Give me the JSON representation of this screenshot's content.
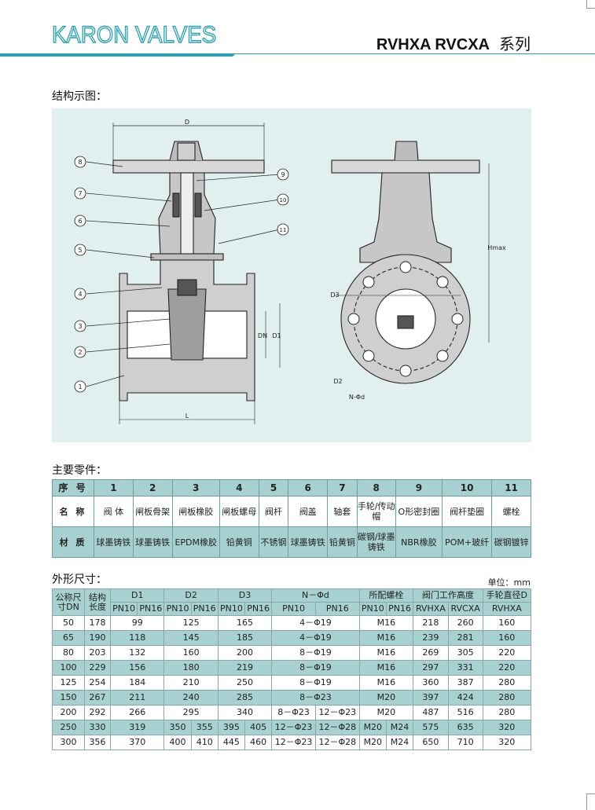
{
  "header": {
    "brand": "KARON VALVES",
    "series": "RVHXA RVCXA",
    "series_cn": "系列",
    "accent": "#2aa3b0"
  },
  "structure": {
    "title": "结构示图：",
    "dims_labels": [
      "D",
      "L",
      "DN",
      "D1",
      "D2",
      "D3",
      "N-Φd",
      "Hmax"
    ],
    "callouts": [
      "1",
      "2",
      "3",
      "4",
      "5",
      "6",
      "7",
      "8",
      "9",
      "10",
      "11"
    ]
  },
  "parts": {
    "title": "主要零件：",
    "row_labels": {
      "no": "序 号",
      "name": "名 称",
      "material": "材 质"
    },
    "items": [
      {
        "no": "1",
        "name": "阀 体",
        "material": "球墨铸铁"
      },
      {
        "no": "2",
        "name": "闸板骨架",
        "material": "球墨铸铁"
      },
      {
        "no": "3",
        "name": "闸板橡胶",
        "material": "EPDM橡胶"
      },
      {
        "no": "4",
        "name": "闸板螺母",
        "material": "铅黄铜"
      },
      {
        "no": "5",
        "name": "阀杆",
        "material": "不锈钢"
      },
      {
        "no": "6",
        "name": "阀盖",
        "material": "球墨铸铁"
      },
      {
        "no": "7",
        "name": "轴套",
        "material": "铅黄铜"
      },
      {
        "no": "8",
        "name": "手轮/传动帽",
        "material": "碳钢/球墨铸铁"
      },
      {
        "no": "9",
        "name": "O形密封圈",
        "material": "NBR橡胶"
      },
      {
        "no": "10",
        "name": "阀杆垫圈",
        "material": "POM+玻纤"
      },
      {
        "no": "11",
        "name": "螺栓",
        "material": "碳钢镀锌"
      }
    ]
  },
  "dimensions": {
    "title": "外形尺寸：",
    "unit": "单位：mm",
    "headers": {
      "dn": "公称尺寸DN",
      "length": "结构长度",
      "d1": "D1",
      "d2": "D2",
      "d3": "D3",
      "nd": "N－Φd",
      "bolt": "所配螺栓",
      "height": "阀门工作高度",
      "wheel": "手轮直径D",
      "pn10": "PN10",
      "pn16": "PN16",
      "rvhxa": "RVHXA",
      "rvcxa": "RVCXA"
    },
    "rows": [
      {
        "dn": "50",
        "l": "178",
        "d1": "99",
        "d2": "125",
        "d3": "165",
        "nd": "4－Φ19",
        "bolt": "M16",
        "h1": "218",
        "h2": "260",
        "wd": "160"
      },
      {
        "dn": "65",
        "l": "190",
        "d1": "118",
        "d2": "145",
        "d3": "185",
        "nd": "4－Φ19",
        "bolt": "M16",
        "h1": "239",
        "h2": "281",
        "wd": "160"
      },
      {
        "dn": "80",
        "l": "203",
        "d1": "132",
        "d2": "160",
        "d3": "200",
        "nd": "8－Φ19",
        "bolt": "M16",
        "h1": "269",
        "h2": "305",
        "wd": "220"
      },
      {
        "dn": "100",
        "l": "229",
        "d1": "156",
        "d2": "180",
        "d3": "219",
        "nd": "8－Φ19",
        "bolt": "M16",
        "h1": "297",
        "h2": "331",
        "wd": "220"
      },
      {
        "dn": "125",
        "l": "254",
        "d1": "184",
        "d2": "210",
        "d3": "250",
        "nd": "8－Φ19",
        "bolt": "M16",
        "h1": "360",
        "h2": "387",
        "wd": "280"
      },
      {
        "dn": "150",
        "l": "267",
        "d1": "211",
        "d2": "240",
        "d3": "285",
        "nd": "8－Φ23",
        "bolt": "M20",
        "h1": "397",
        "h2": "424",
        "wd": "280"
      },
      {
        "dn": "200",
        "l": "292",
        "d1": "266",
        "d2": "295",
        "d3": "340",
        "nd10": "8－Φ23",
        "nd16": "12－Φ23",
        "bolt": "M20",
        "h1": "487",
        "h2": "516",
        "wd": "280"
      },
      {
        "dn": "250",
        "l": "330",
        "d1": "319",
        "d2_10": "350",
        "d2_16": "355",
        "d3_10": "395",
        "d3_16": "405",
        "nd10": "12－Φ23",
        "nd16": "12－Φ28",
        "bolt10": "M20",
        "bolt16": "M24",
        "h1": "575",
        "h2": "635",
        "wd": "320"
      },
      {
        "dn": "300",
        "l": "356",
        "d1": "370",
        "d2_10": "400",
        "d2_16": "410",
        "d3_10": "445",
        "d3_16": "460",
        "nd10": "12－Φ23",
        "nd16": "12－Φ28",
        "bolt10": "M20",
        "bolt16": "M24",
        "h1": "650",
        "h2": "710",
        "wd": "320"
      }
    ]
  }
}
